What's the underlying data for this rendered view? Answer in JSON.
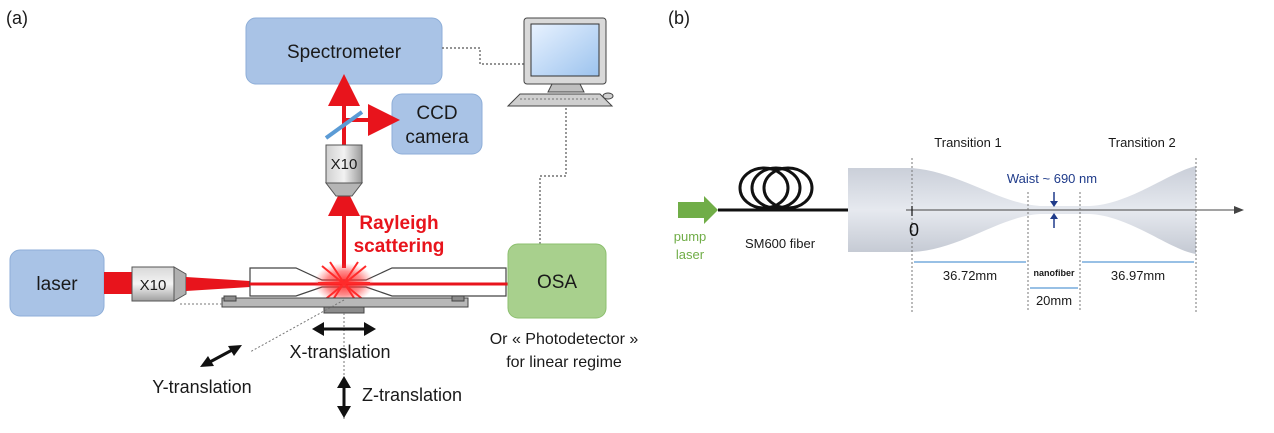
{
  "panel_a": {
    "label": "(a)",
    "spectrometer": "Spectrometer",
    "ccd_line1": "CCD",
    "ccd_line2": "camera",
    "objective_top": "X10",
    "objective_left": "X10",
    "laser": "laser",
    "osa": "OSA",
    "rayleigh_line1": "Rayleigh",
    "rayleigh_line2": "scattering",
    "x_translation": "X-translation",
    "y_translation": "Y-translation",
    "z_translation": "Z-translation",
    "note_line1": "Or « Photodetector »",
    "note_line2": "for linear regime"
  },
  "panel_b": {
    "label": "(b)",
    "pump_line1": "pump",
    "pump_line2": "laser",
    "fiber_label": "SM600 fiber",
    "transition1": "Transition 1",
    "transition2": "Transition 2",
    "waist": "Waist ~ 690 nm",
    "origin": "0",
    "dim1": "36.72mm",
    "nanofiber": "nanofiber",
    "dim_nano": "20mm",
    "dim2": "36.97mm"
  },
  "colors": {
    "box_blue": "#a9c3e6",
    "box_green": "#a8d08d",
    "beam_red": "#e8141c",
    "pump_green": "#70ad47",
    "waist_blue": "#1f3b8a"
  }
}
